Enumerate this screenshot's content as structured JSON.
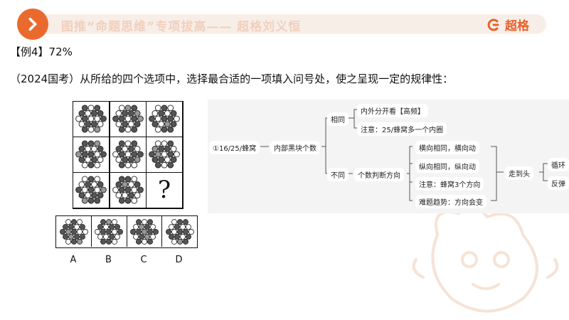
{
  "header": {
    "title": "图推“命题思维”专项拔高—— 超格刘义恒",
    "brand": "超格",
    "accent_color": "#ea6a2e",
    "banner_color": "#f7eee8"
  },
  "example": {
    "tag": "【例4】72%",
    "question": "（2024国考）从所给的四个选项中，选择最合适的一项填入问号处，使之呈现一定的规律性："
  },
  "puzzle": {
    "question_mark": "?",
    "options": [
      "A",
      "B",
      "C",
      "D"
    ]
  },
  "mindmap": {
    "root": "①16/25/蜂窝",
    "branch": "内部黑块个数",
    "same": {
      "label": "相同",
      "items": [
        "内外分开看【高频】",
        "注意：25/蜂窝多一个内圈"
      ]
    },
    "diff": {
      "label": "不同",
      "sub": "个数判断方向",
      "items": [
        "横向相同，横向动",
        "纵向相同，纵向动",
        "注意：蜂窝3个方向",
        "难题趋势：方向会变"
      ],
      "end": "走到头",
      "end_items": [
        "循环",
        "反弹"
      ]
    }
  }
}
